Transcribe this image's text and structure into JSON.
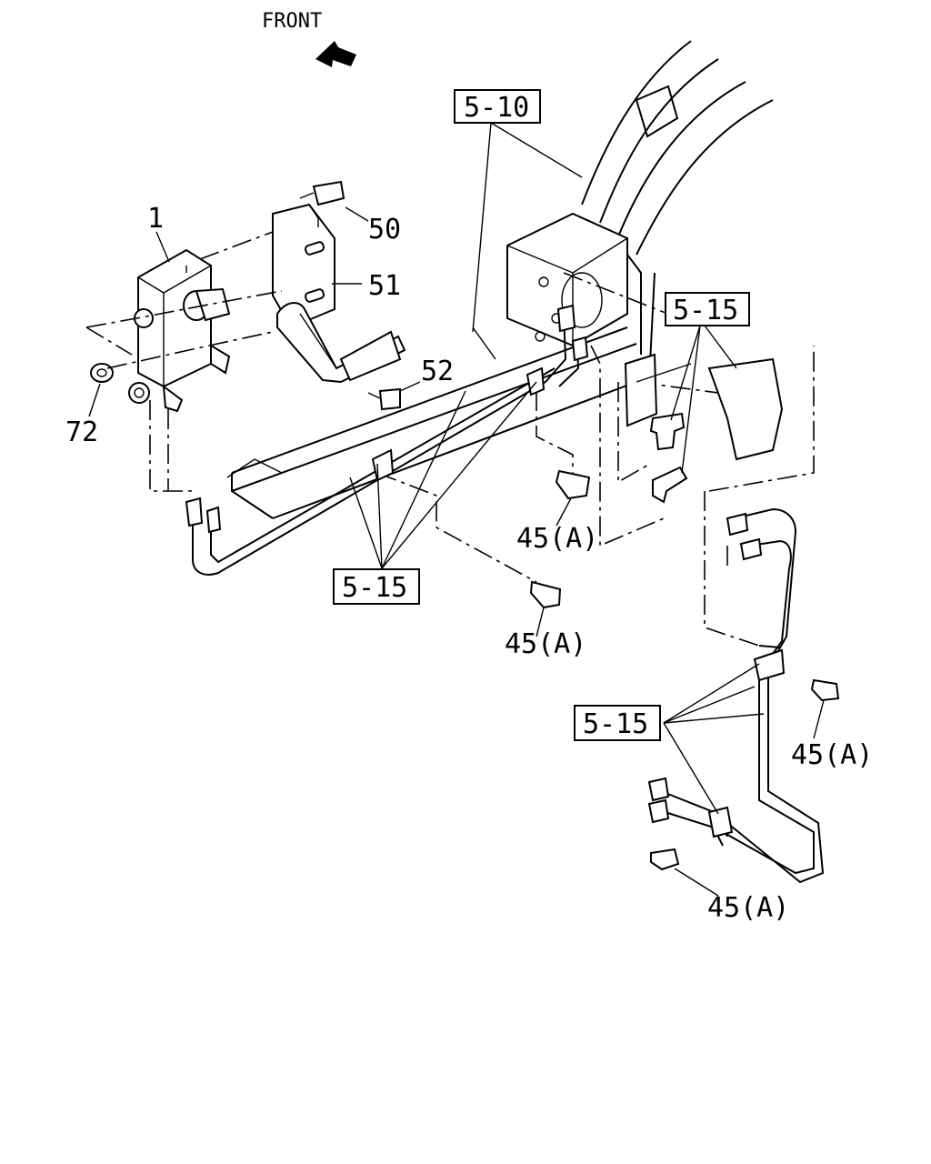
{
  "direction_label": "FRONT",
  "part_numbers": {
    "p1": "1",
    "p50": "50",
    "p51": "51",
    "p52": "52",
    "p72": "72"
  },
  "fasteners": {
    "f1": "45(A)",
    "f2": "45(A)",
    "f3": "45(A)",
    "f4": "45(A)"
  },
  "references": {
    "ref_5_10": "5-10",
    "ref_5_15_a": "5-15",
    "ref_5_15_b": "5-15",
    "ref_5_15_c": "5-15"
  }
}
